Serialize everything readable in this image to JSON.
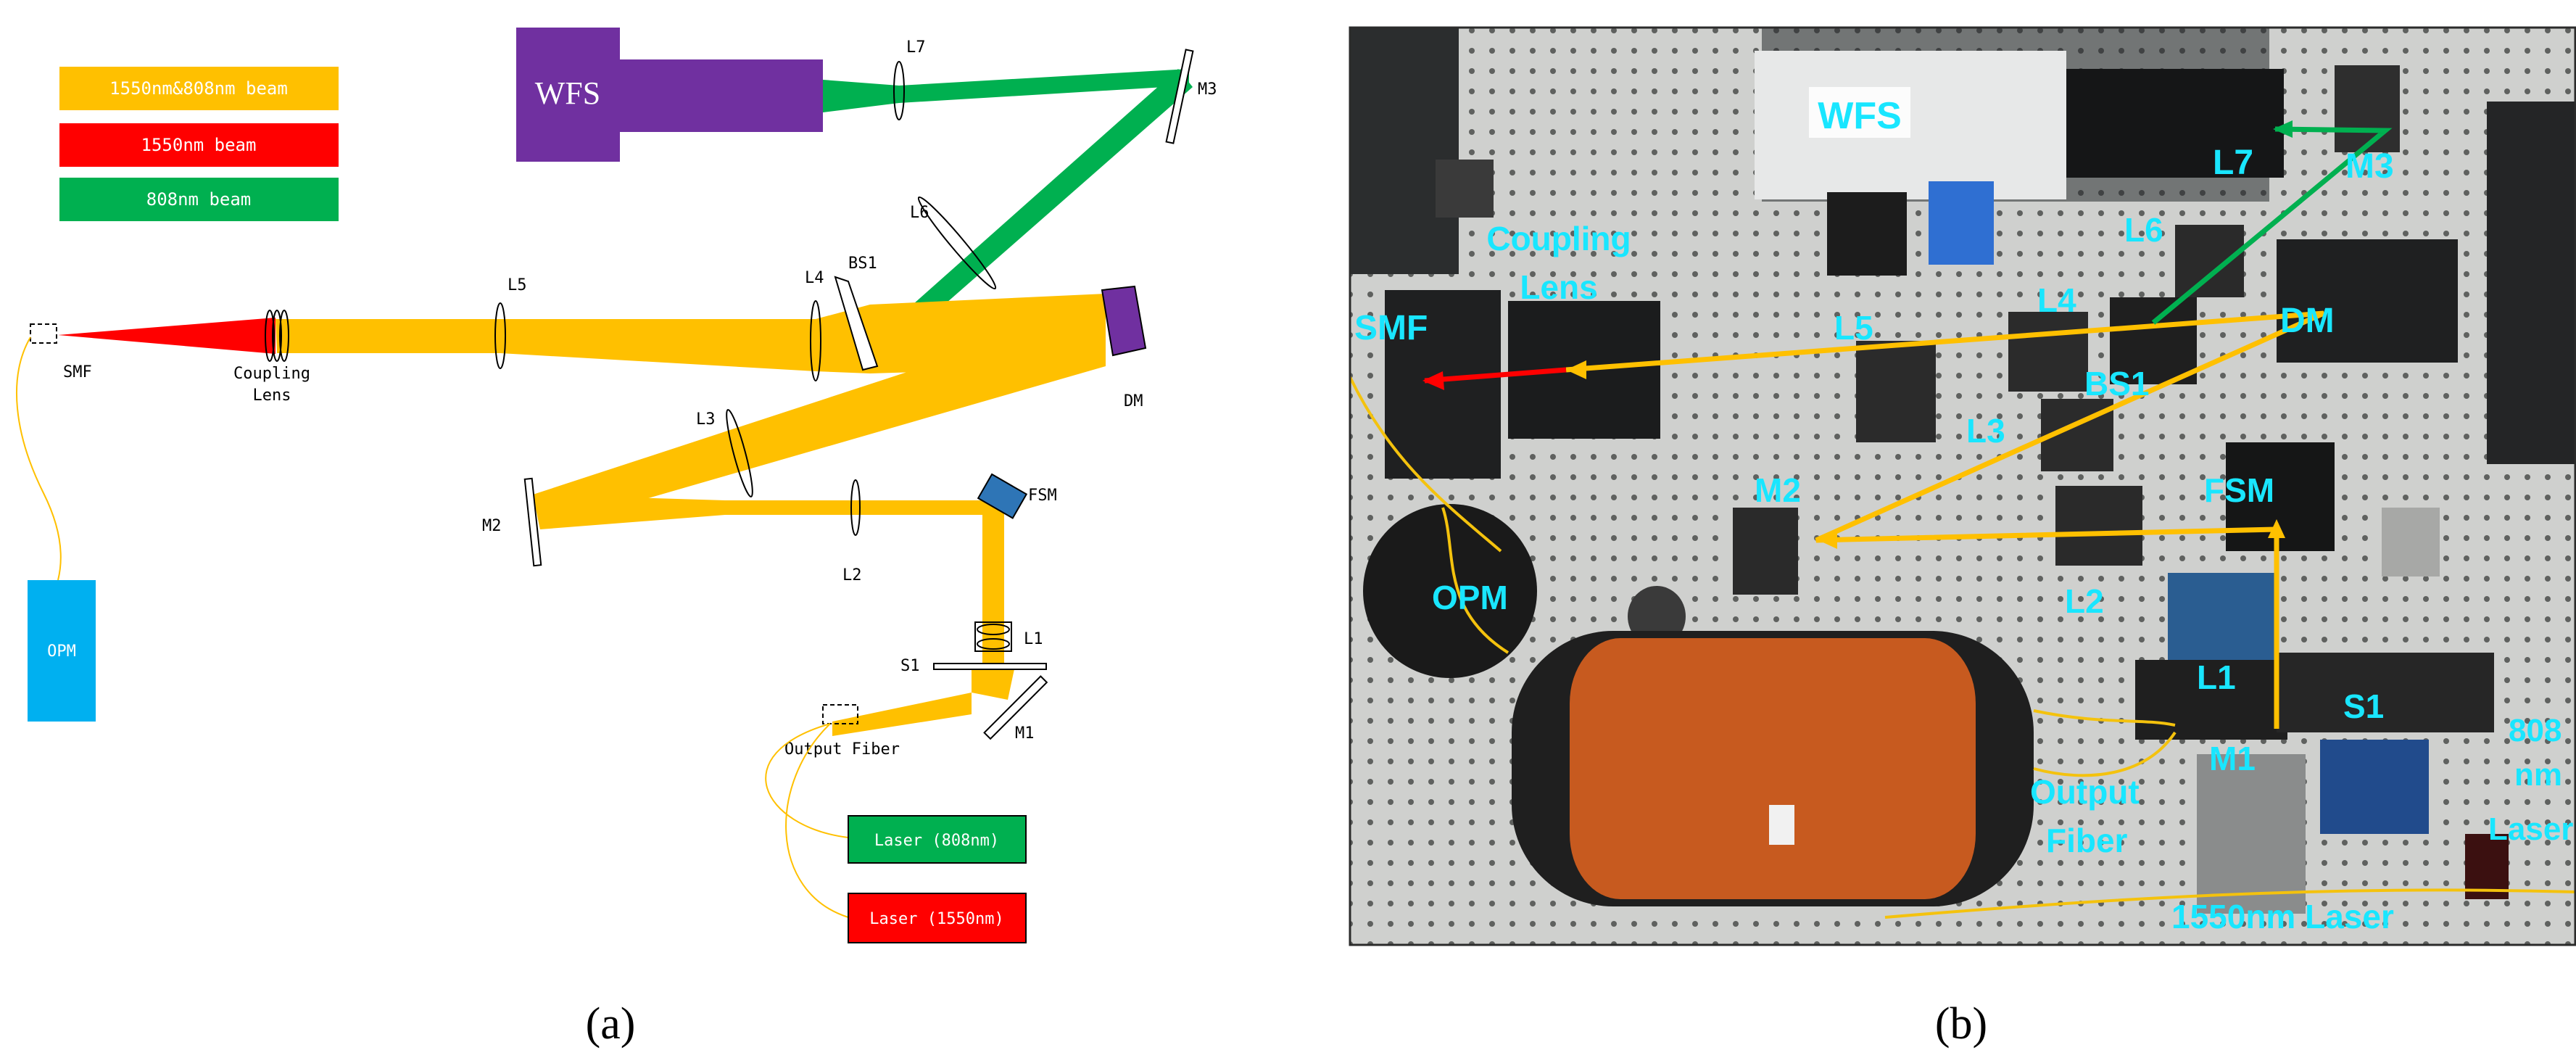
{
  "panel_a": {
    "legend": {
      "combined_beam": "1550nm&808nm beam",
      "red_beam": "1550nm beam",
      "green_beam": "808nm beam"
    },
    "components": {
      "wfs": "WFS",
      "l7": "L7",
      "m3": "M3",
      "l6": "L6",
      "bs1": "BS1",
      "l4": "L4",
      "l5": "L5",
      "dm": "DM",
      "smf": "SMF",
      "coupling_lens_1": "Coupling",
      "coupling_lens_2": "Lens",
      "l3": "L3",
      "m2": "M2",
      "l2": "L2",
      "fsm": "FSM",
      "l1": "L1",
      "s1": "S1",
      "m1": "M1",
      "output_fiber": "Output Fiber",
      "opm": "OPM",
      "laser_808": "Laser (808nm)",
      "laser_1550": "Laser (1550nm)"
    },
    "caption": "(a)"
  },
  "panel_b": {
    "labels": {
      "wfs": "WFS",
      "l7": "L7",
      "m3": "M3",
      "coupling_1": "Coupling",
      "coupling_2": "Lens",
      "l6": "L6",
      "smf": "SMF",
      "l5": "L5",
      "l4": "L4",
      "dm": "DM",
      "bs1": "BS1",
      "l3": "L3",
      "m2": "M2",
      "fsm": "FSM",
      "opm": "OPM",
      "l2": "L2",
      "l1": "L1",
      "s1": "S1",
      "m1": "M1",
      "nm808_1": "808",
      "nm808_2": "nm",
      "nm808_3": "Laser",
      "output_1": "Output",
      "output_2": "Fiber",
      "laser_1550": "1550nm Laser"
    },
    "caption": "(b)"
  },
  "colors": {
    "combined": "#ffc000",
    "red": "#ff0000",
    "green": "#00b050",
    "wfs": "#7030a0",
    "opm": "#00b0f0",
    "fsm": "#2e75b6",
    "label_cyan": "#19e6ff"
  }
}
